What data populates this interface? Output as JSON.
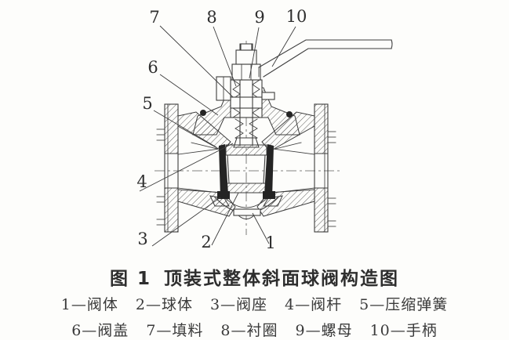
{
  "figure": {
    "label": "图 1",
    "title": "顶装式整体斜面球阀构造图"
  },
  "callouts": [
    "1",
    "2",
    "3",
    "4",
    "5",
    "6",
    "7",
    "8",
    "9",
    "10"
  ],
  "legend": {
    "row1": [
      "1—阀体",
      "2—球体",
      "3—阀座",
      "4—阀杆",
      "5—压缩弹簧"
    ],
    "row2": [
      "6—阀盖",
      "7—填料",
      "8—衬圈",
      "9—螺母",
      "10—手柄"
    ]
  },
  "colors": {
    "bg": "#fdfdfb",
    "line": "#3d3d3d",
    "dark": "#242424",
    "text": "#2e2e2e"
  }
}
